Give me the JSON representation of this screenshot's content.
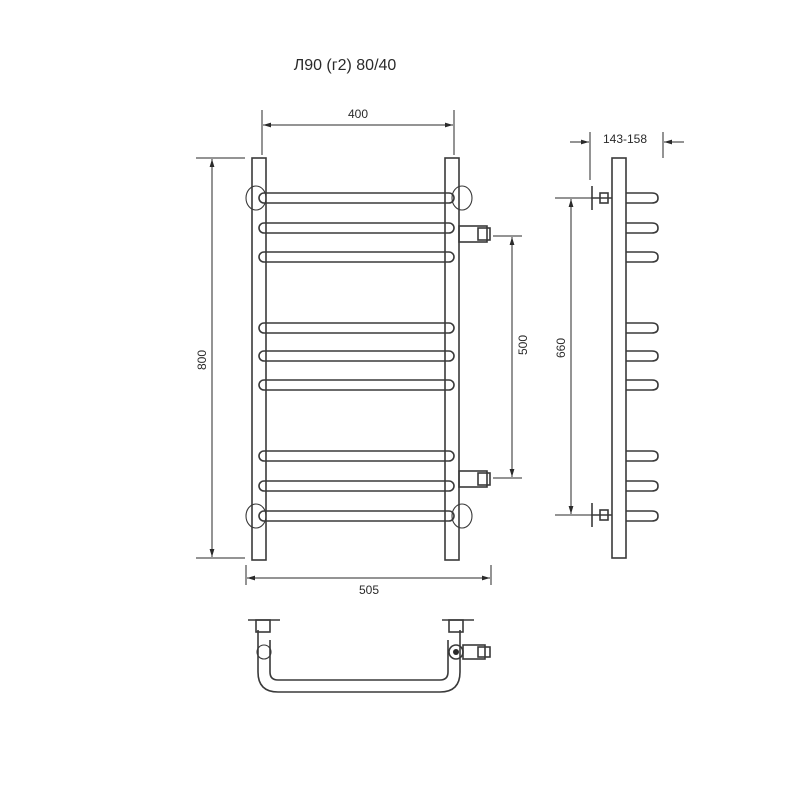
{
  "title": "Л90 (г2) 80/40",
  "dimensions": {
    "width_top": "400",
    "height_total": "800",
    "connection_spacing": "500",
    "bracket_spacing": "660",
    "total_width": "505",
    "wall_offset": "143-158"
  },
  "colors": {
    "line": "#3a3a3a",
    "background": "#ffffff"
  }
}
